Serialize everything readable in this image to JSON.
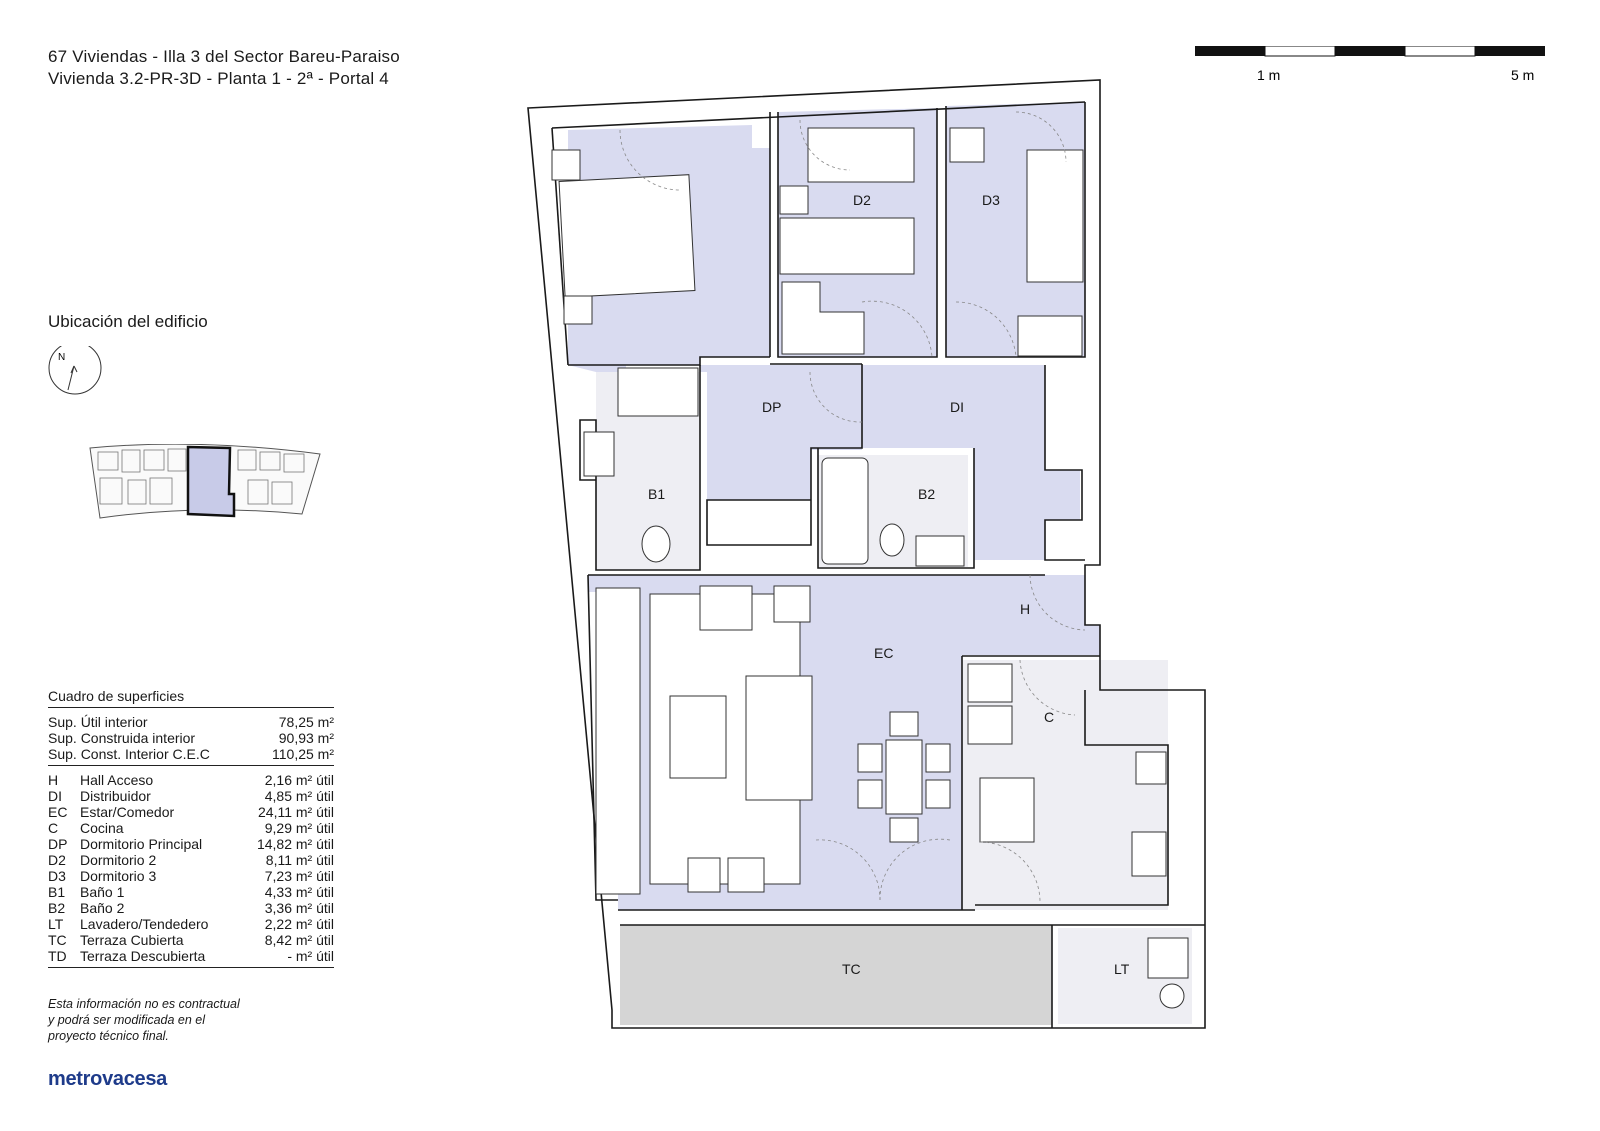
{
  "header": {
    "line1": "67 Viviendas - Illa 3 del Sector Bareu-Paraiso",
    "line2": "Vivienda 3.2-PR-3D  -  Planta 1 - 2ª - Portal 4"
  },
  "scale": {
    "label_1m": "1 m",
    "label_5m": "5 m"
  },
  "location": {
    "title": "Ubicación del edificio",
    "north_label": "N"
  },
  "surfaces": {
    "caption": "Cuadro de superficies",
    "totals": [
      {
        "name": "Sup. Útil interior",
        "value": "78,25 m²"
      },
      {
        "name": "Sup. Construida interior",
        "value": "90,93 m²"
      },
      {
        "name": "Sup. Const. Interior C.E.C",
        "value": "110,25 m²"
      }
    ],
    "rooms": [
      {
        "code": "H",
        "name": "Hall Acceso",
        "value": "2,16 m² útil"
      },
      {
        "code": "DI",
        "name": "Distribuidor",
        "value": "4,85 m² útil"
      },
      {
        "code": "EC",
        "name": "Estar/Comedor",
        "value": "24,11 m² útil"
      },
      {
        "code": "C",
        "name": "Cocina",
        "value": "9,29 m² útil"
      },
      {
        "code": "DP",
        "name": "Dormitorio Principal",
        "value": "14,82 m² útil"
      },
      {
        "code": "D2",
        "name": "Dormitorio 2",
        "value": "8,11 m² útil"
      },
      {
        "code": "D3",
        "name": "Dormitorio 3",
        "value": "7,23 m² útil"
      },
      {
        "code": "B1",
        "name": "Baño 1",
        "value": "4,33 m² útil"
      },
      {
        "code": "B2",
        "name": "Baño 2",
        "value": "3,36 m² útil"
      },
      {
        "code": "LT",
        "name": "Lavadero/Tendedero",
        "value": "2,22 m² útil"
      },
      {
        "code": "TC",
        "name": "Terraza Cubierta",
        "value": "8,42 m² útil"
      },
      {
        "code": "TD",
        "name": "Terraza Descubierta",
        "value": "- m² útil"
      }
    ]
  },
  "disclaimer": "Esta información no es contractual y podrá ser modificada en el proyecto técnico final.",
  "brand": "metrovacesa",
  "plan_labels": {
    "D2": "D2",
    "D3": "D3",
    "DP": "DP",
    "DI": "DI",
    "B1": "B1",
    "B2": "B2",
    "H": "H",
    "EC": "EC",
    "C": "C",
    "TC": "TC",
    "LT": "LT"
  },
  "colors": {
    "room_fill": "#d9dbf0",
    "wet_fill": "#eeeef3",
    "terrace_fill": "#d5d5d5",
    "wall": "#1a1a1a",
    "brand": "#1e3b8a"
  }
}
